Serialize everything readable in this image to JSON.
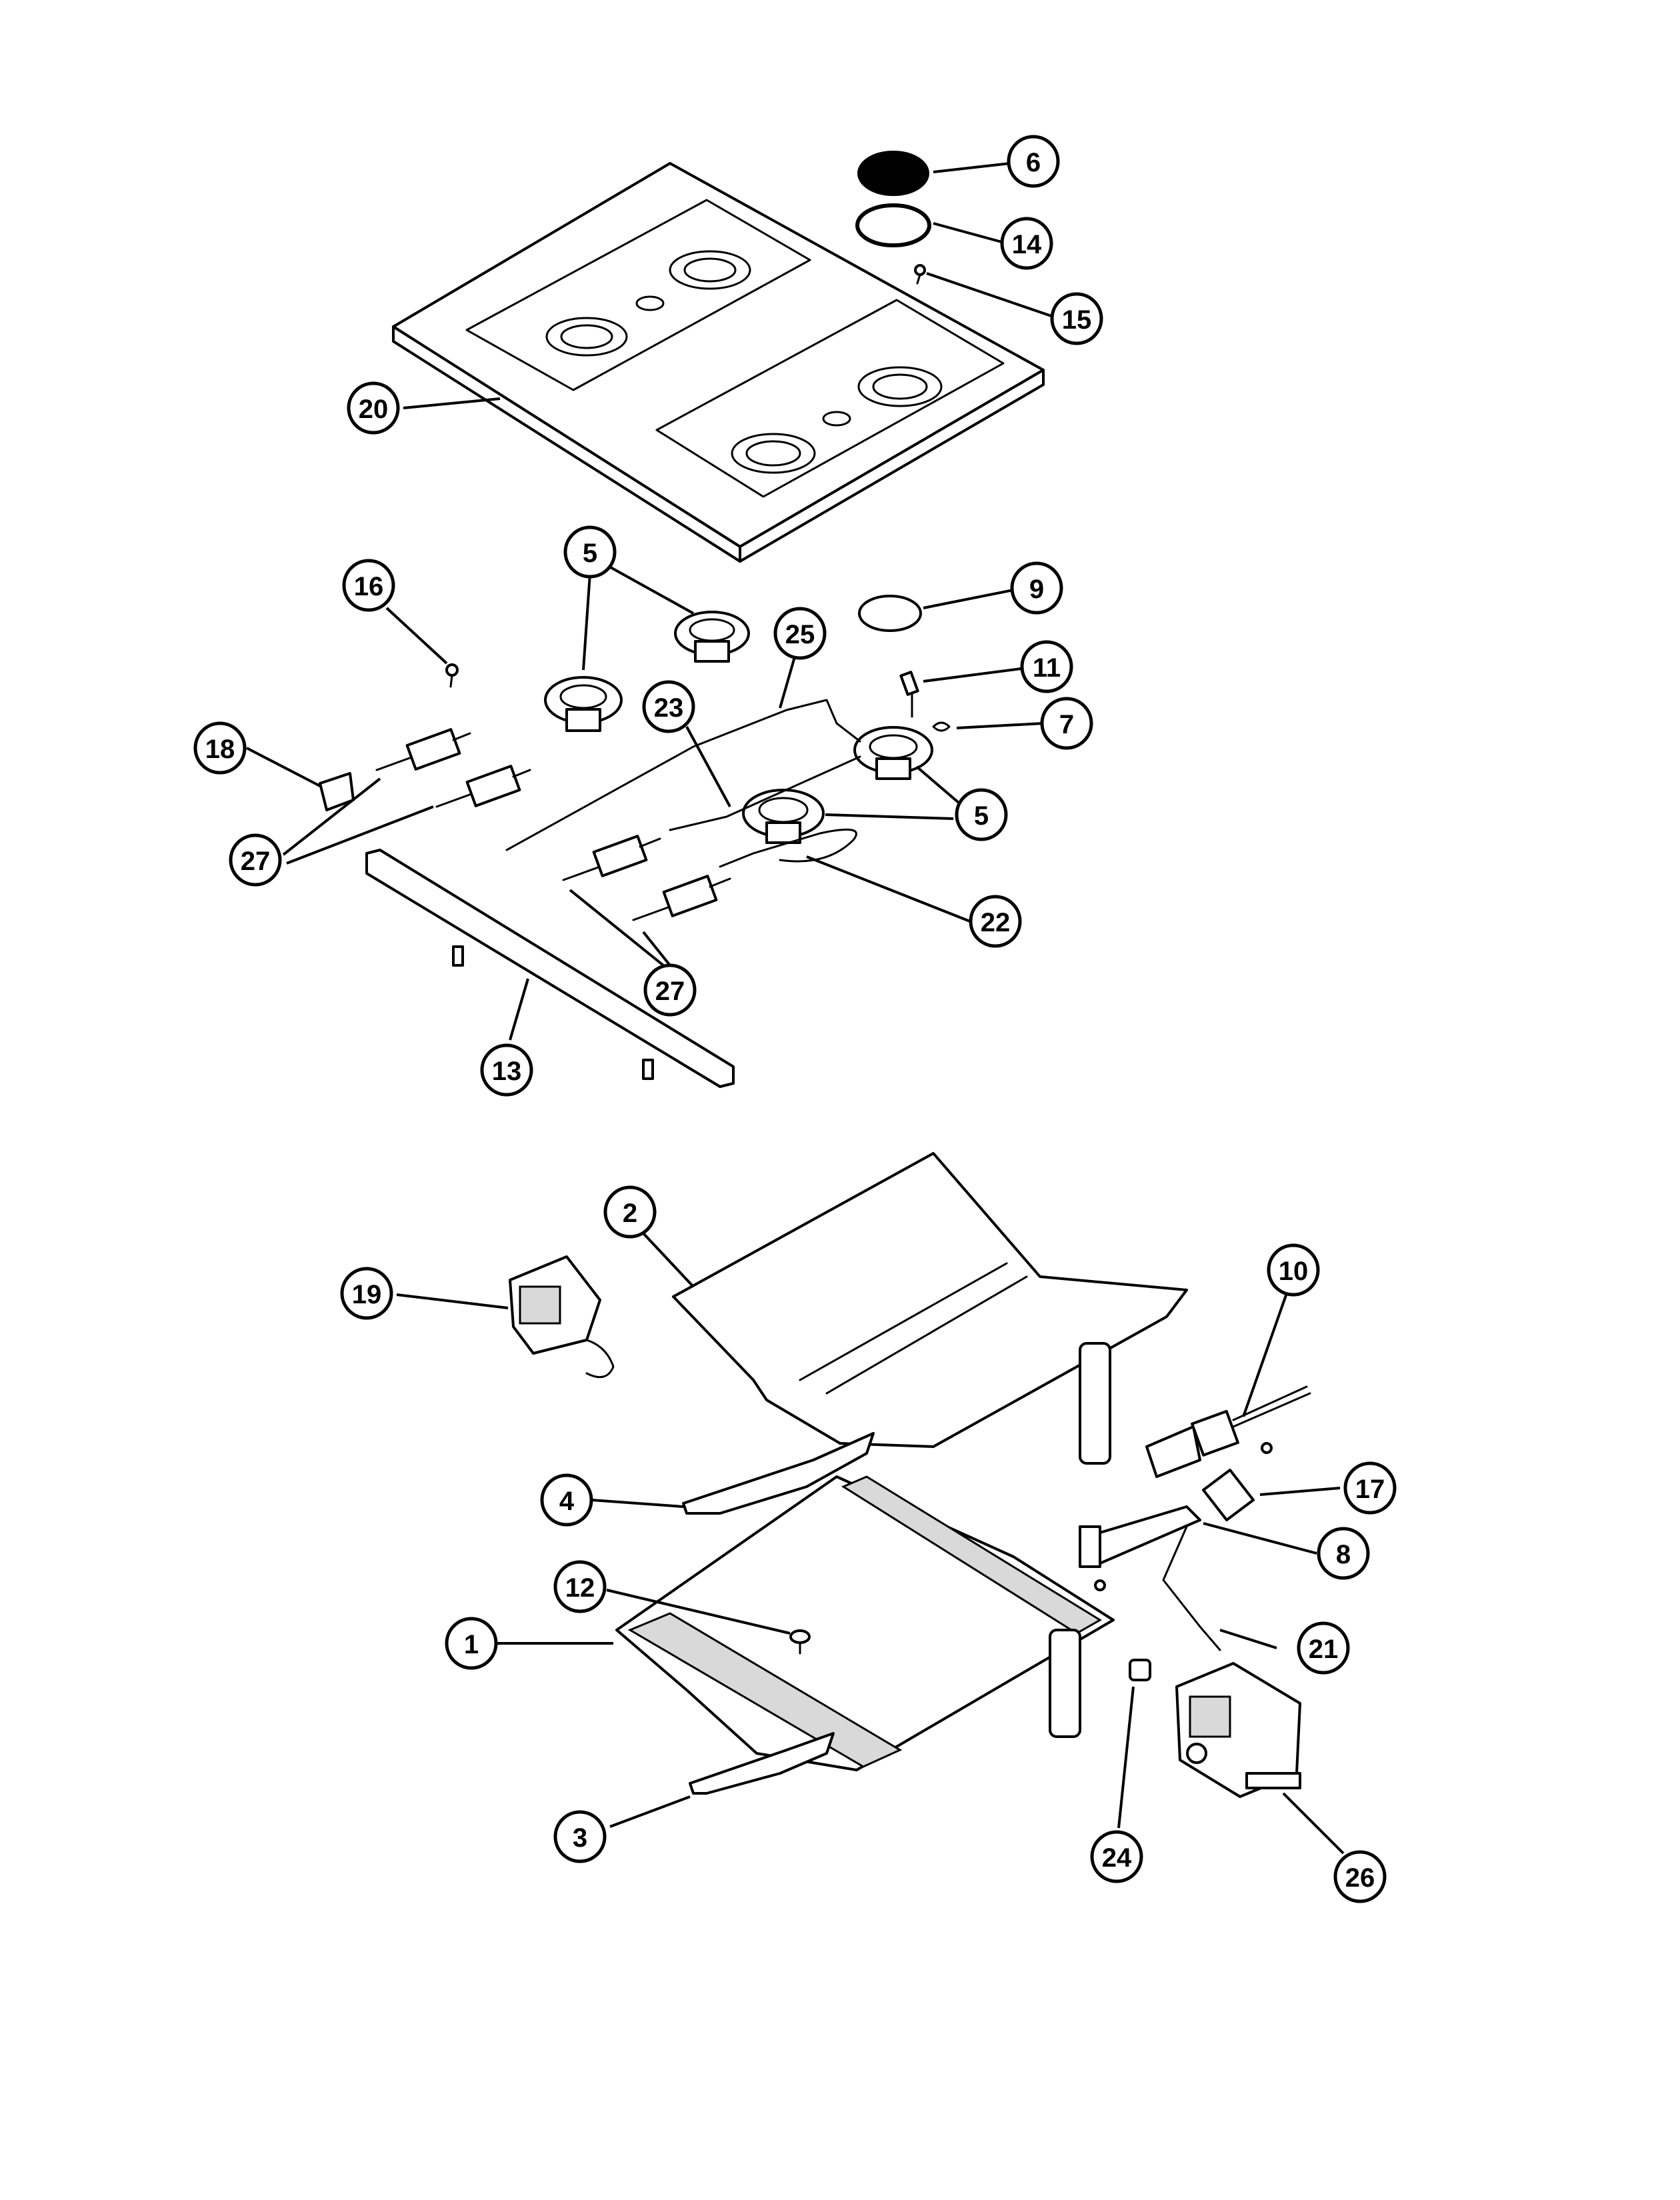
{
  "diagram": {
    "callouts": [
      {
        "id": "c6",
        "label": "6"
      },
      {
        "id": "c14",
        "label": "14"
      },
      {
        "id": "c15",
        "label": "15"
      },
      {
        "id": "c20",
        "label": "20"
      },
      {
        "id": "c5a",
        "label": "5"
      },
      {
        "id": "c9",
        "label": "9"
      },
      {
        "id": "c16",
        "label": "16"
      },
      {
        "id": "c25",
        "label": "25"
      },
      {
        "id": "c11",
        "label": "11"
      },
      {
        "id": "c23",
        "label": "23"
      },
      {
        "id": "c7",
        "label": "7"
      },
      {
        "id": "c18",
        "label": "18"
      },
      {
        "id": "c5b",
        "label": "5"
      },
      {
        "id": "c27a",
        "label": "27"
      },
      {
        "id": "c22",
        "label": "22"
      },
      {
        "id": "c27b",
        "label": "27"
      },
      {
        "id": "c13",
        "label": "13"
      },
      {
        "id": "c2",
        "label": "2"
      },
      {
        "id": "c10",
        "label": "10"
      },
      {
        "id": "c19",
        "label": "19"
      },
      {
        "id": "c17",
        "label": "17"
      },
      {
        "id": "c4",
        "label": "4"
      },
      {
        "id": "c8",
        "label": "8"
      },
      {
        "id": "c12",
        "label": "12"
      },
      {
        "id": "c21",
        "label": "21"
      },
      {
        "id": "c1",
        "label": "1"
      },
      {
        "id": "c24",
        "label": "24"
      },
      {
        "id": "c3",
        "label": "3"
      },
      {
        "id": "c26",
        "label": "26"
      }
    ]
  }
}
